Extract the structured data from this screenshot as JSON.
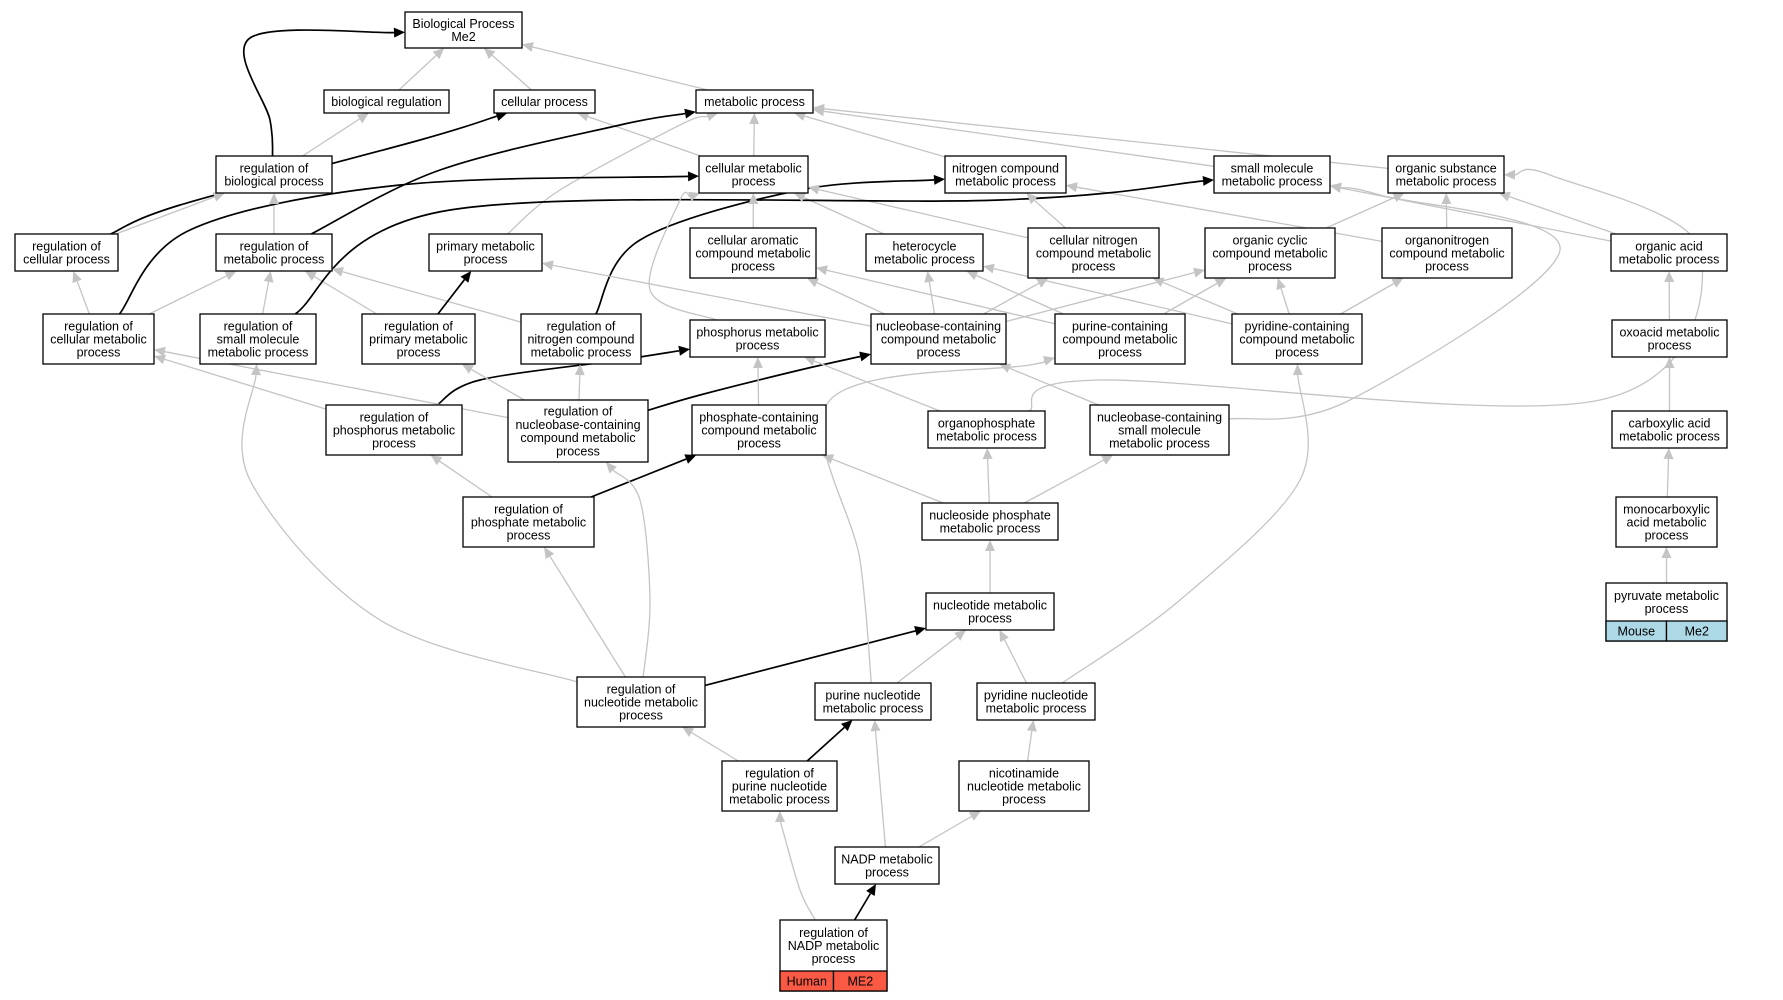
{
  "colors": {
    "human": "#fa5a44",
    "mouse": "#add8e6",
    "edge_gray": "#c4c4c4",
    "edge_black": "#000000"
  },
  "nodes": {
    "root": {
      "lines": [
        "Biological Process",
        "Me2"
      ]
    },
    "biological_regulation": {
      "lines": [
        "biological regulation"
      ]
    },
    "cellular_process": {
      "lines": [
        "cellular process"
      ]
    },
    "metabolic_process": {
      "lines": [
        "metabolic process"
      ]
    },
    "reg_biological_process": {
      "lines": [
        "regulation of",
        "biological process"
      ]
    },
    "cellular_metabolic_process": {
      "lines": [
        "cellular metabolic",
        "process"
      ]
    },
    "nitrogen_compound_mp": {
      "lines": [
        "nitrogen compound",
        "metabolic process"
      ]
    },
    "small_molecule_mp": {
      "lines": [
        "small molecule",
        "metabolic process"
      ]
    },
    "organic_substance_mp": {
      "lines": [
        "organic substance",
        "metabolic process"
      ]
    },
    "reg_cellular_process": {
      "lines": [
        "regulation of",
        "cellular process"
      ]
    },
    "reg_metabolic_process": {
      "lines": [
        "regulation of",
        "metabolic process"
      ]
    },
    "primary_mp": {
      "lines": [
        "primary metabolic",
        "process"
      ]
    },
    "cellular_aromatic_cmp": {
      "lines": [
        "cellular aromatic",
        "compound metabolic",
        "process"
      ]
    },
    "heterocycle_mp": {
      "lines": [
        "heterocycle",
        "metabolic process"
      ]
    },
    "cellular_nitrogen_cmp": {
      "lines": [
        "cellular nitrogen",
        "compound metabolic",
        "process"
      ]
    },
    "organic_cyclic_cmp": {
      "lines": [
        "organic cyclic",
        "compound metabolic",
        "process"
      ]
    },
    "organonitrogen_cmp": {
      "lines": [
        "organonitrogen",
        "compound metabolic",
        "process"
      ]
    },
    "organic_acid_mp": {
      "lines": [
        "organic acid",
        "metabolic process"
      ]
    },
    "reg_cellular_mp": {
      "lines": [
        "regulation of",
        "cellular metabolic",
        "process"
      ]
    },
    "reg_small_molecule_mp": {
      "lines": [
        "regulation of",
        "small molecule",
        "metabolic process"
      ]
    },
    "reg_primary_mp": {
      "lines": [
        "regulation of",
        "primary metabolic",
        "process"
      ]
    },
    "reg_nitrogen_cmp": {
      "lines": [
        "regulation of",
        "nitrogen compound",
        "metabolic process"
      ]
    },
    "phosphorus_mp": {
      "lines": [
        "phosphorus metabolic",
        "process"
      ]
    },
    "nucleobase_cmp": {
      "lines": [
        "nucleobase-containing",
        "compound metabolic",
        "process"
      ]
    },
    "purine_cmp": {
      "lines": [
        "purine-containing",
        "compound metabolic",
        "process"
      ]
    },
    "pyridine_cmp": {
      "lines": [
        "pyridine-containing",
        "compound metabolic",
        "process"
      ]
    },
    "oxoacid_mp": {
      "lines": [
        "oxoacid metabolic",
        "process"
      ]
    },
    "reg_phosphorus_mp": {
      "lines": [
        "regulation of",
        "phosphorus metabolic",
        "process"
      ]
    },
    "reg_nucleobase_cmp": {
      "lines": [
        "regulation of",
        "nucleobase-containing",
        "compound metabolic",
        "process"
      ]
    },
    "phosphate_cmp": {
      "lines": [
        "phosphate-containing",
        "compound metabolic",
        "process"
      ]
    },
    "organophosphate_mp": {
      "lines": [
        "organophosphate",
        "metabolic process"
      ]
    },
    "nucleobase_small_mp": {
      "lines": [
        "nucleobase-containing",
        "small molecule",
        "metabolic process"
      ]
    },
    "carboxylic_acid_mp": {
      "lines": [
        "carboxylic acid",
        "metabolic process"
      ]
    },
    "reg_phosphate_mp": {
      "lines": [
        "regulation of",
        "phosphate metabolic",
        "process"
      ]
    },
    "nucleoside_phosphate_mp": {
      "lines": [
        "nucleoside phosphate",
        "metabolic process"
      ]
    },
    "monocarboxylic_mp": {
      "lines": [
        "monocarboxylic",
        "acid metabolic",
        "process"
      ]
    },
    "nucleotide_mp": {
      "lines": [
        "nucleotide metabolic",
        "process"
      ]
    },
    "pyruvate_mp": {
      "lines": [
        "pyruvate metabolic",
        "process"
      ],
      "cells": [
        "Mouse",
        "Me2"
      ]
    },
    "reg_nucleotide_mp": {
      "lines": [
        "regulation of",
        "nucleotide metabolic",
        "process"
      ]
    },
    "purine_nucleotide_mp": {
      "lines": [
        "purine nucleotide",
        "metabolic process"
      ]
    },
    "pyridine_nucleotide_mp": {
      "lines": [
        "pyridine nucleotide",
        "metabolic process"
      ]
    },
    "reg_purine_nucleotide_mp": {
      "lines": [
        "regulation of",
        "purine nucleotide",
        "metabolic process"
      ]
    },
    "nicotinamide_mp": {
      "lines": [
        "nicotinamide",
        "nucleotide metabolic",
        "process"
      ]
    },
    "nadp_mp": {
      "lines": [
        "NADP metabolic",
        "process"
      ]
    },
    "reg_nadp_mp": {
      "lines": [
        "regulation of",
        "NADP metabolic",
        "process"
      ],
      "cells": [
        "Human",
        "ME2"
      ]
    }
  }
}
